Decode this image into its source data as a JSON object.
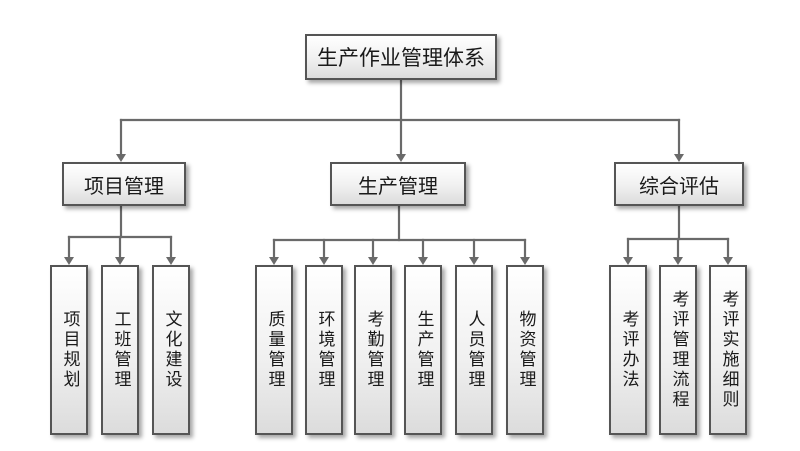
{
  "diagram": {
    "root": {
      "label": "生产作业管理体系"
    },
    "categories": [
      {
        "label": "项目管理",
        "children": [
          "项目规划",
          "工班管理",
          "文化建设"
        ]
      },
      {
        "label": "生产管理",
        "children": [
          "质量管理",
          "环境管理",
          "考勤管理",
          "生产管理",
          "人员管理",
          "物资管理"
        ]
      },
      {
        "label": "综合评估",
        "children": [
          "考评办法",
          "考评管理流程",
          "考评实施细则"
        ]
      }
    ],
    "colors": {
      "border": "#555555",
      "line": "#6a6a6a"
    }
  }
}
